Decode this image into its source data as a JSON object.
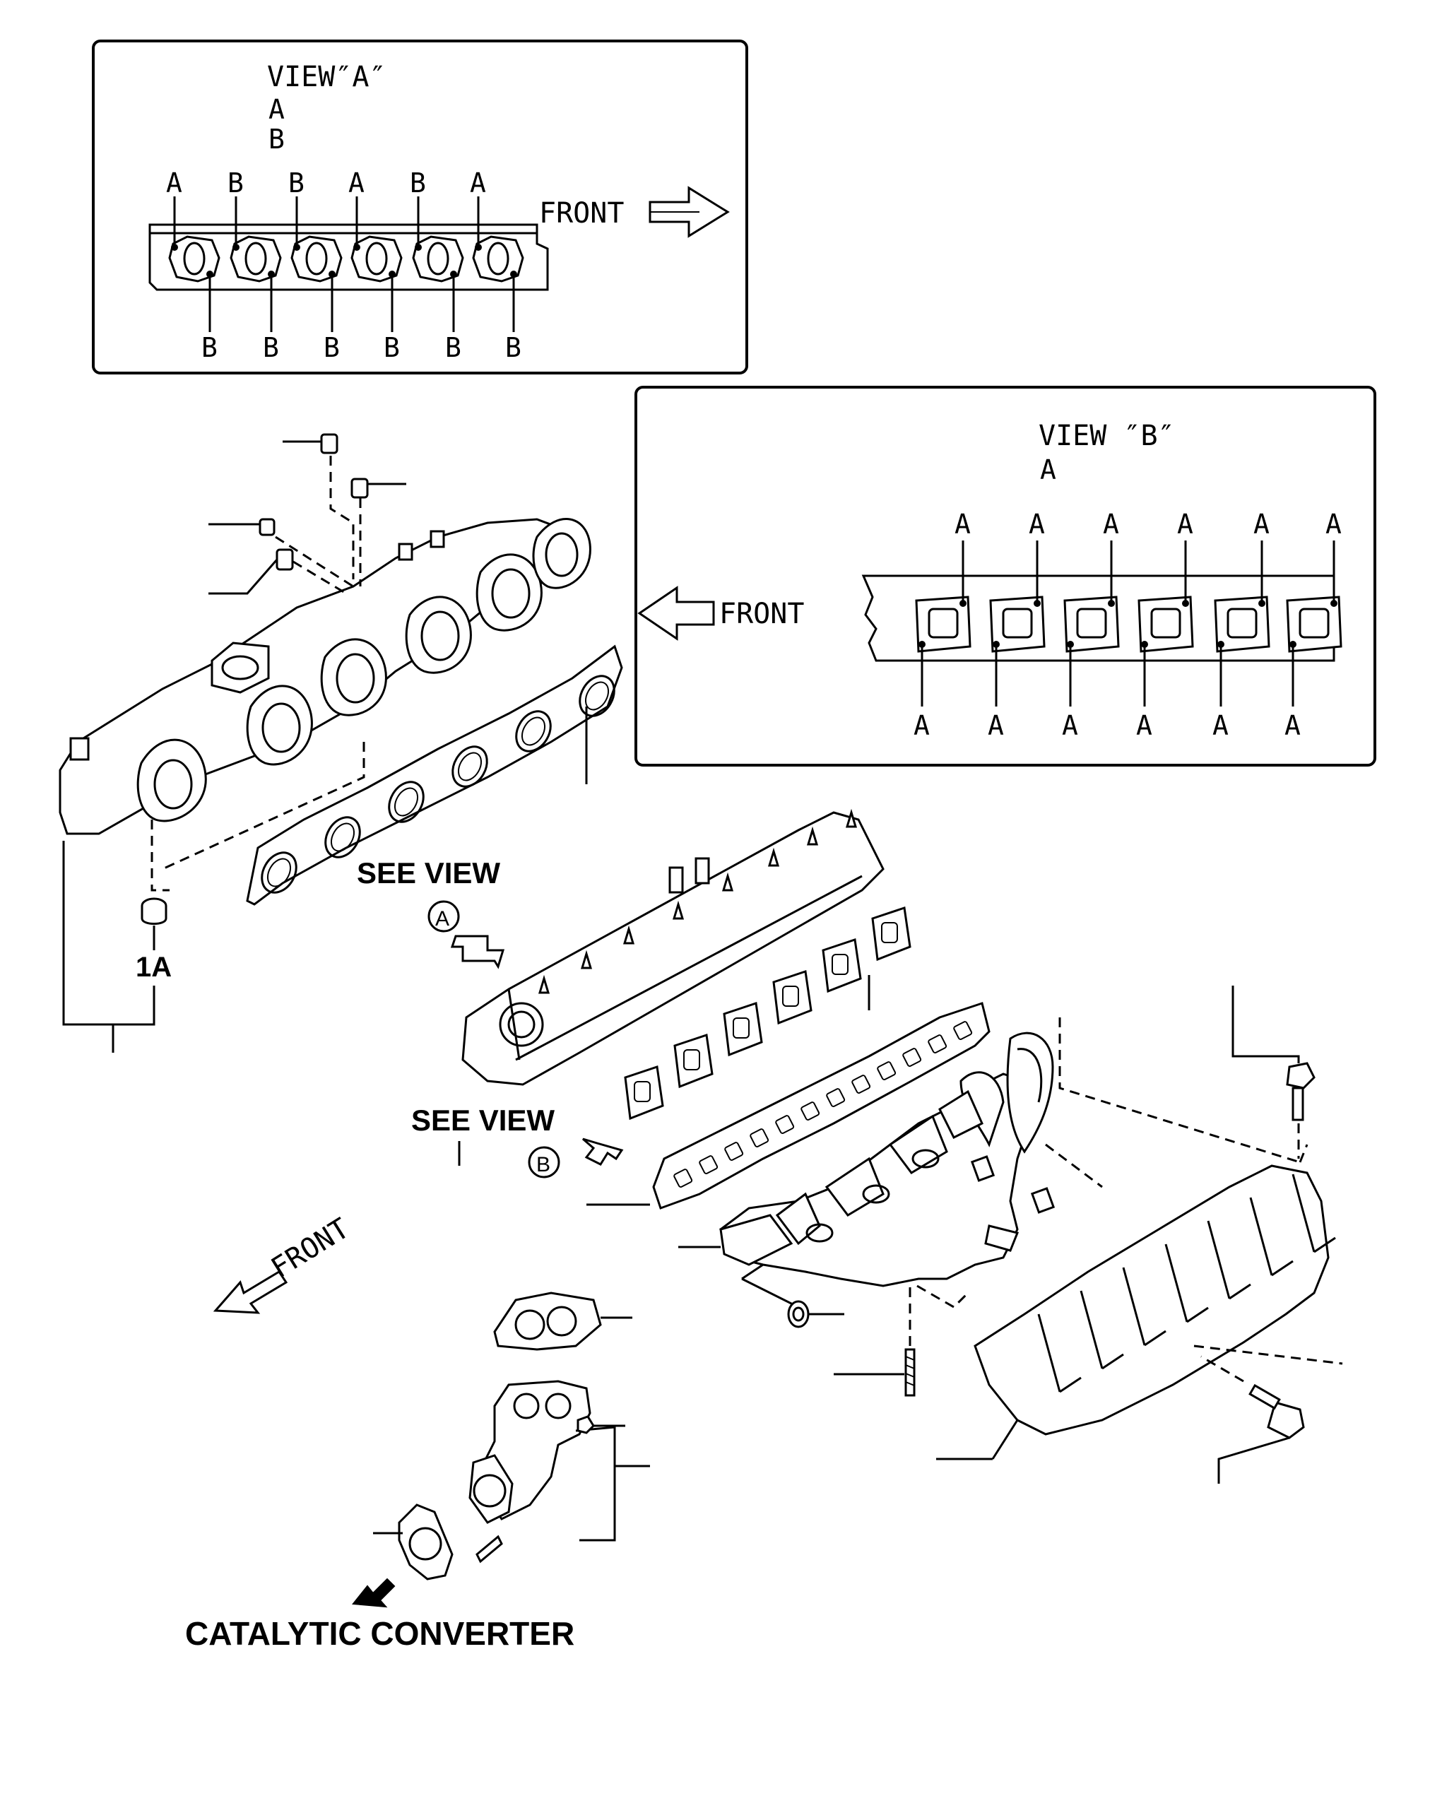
{
  "view_a": {
    "title": "VIEW″A″",
    "legend": [
      "A",
      "B"
    ],
    "top_labels": [
      "A",
      "B",
      "B",
      "A",
      "B",
      "A"
    ],
    "bottom_labels": [
      "B",
      "B",
      "B",
      "B",
      "B",
      "B"
    ],
    "front": "FRONT"
  },
  "view_b": {
    "title": "VIEW ″B″",
    "legend": [
      "A"
    ],
    "top_labels": [
      "A",
      "A",
      "A",
      "A",
      "A",
      "A"
    ],
    "bottom_labels": [
      "A",
      "A",
      "A",
      "A",
      "A",
      "A"
    ],
    "front": "FRONT"
  },
  "main": {
    "see_view_a": "SEE VIEW",
    "see_view_b": "SEE VIEW",
    "marker_a": "A",
    "marker_b": "B",
    "part_1a": "1A",
    "front": "FRONT",
    "catalytic_converter": "CATALYTIC CONVERTER"
  }
}
